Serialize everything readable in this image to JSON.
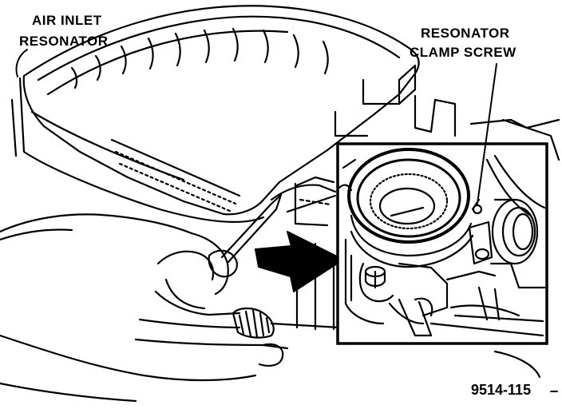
{
  "labels": {
    "air_inlet_line1": "AIR INLET",
    "air_inlet_line2": "RESONATOR",
    "clamp_line1": "RESONATOR",
    "clamp_line2": "CLAMP SCREW",
    "figure_number": "9514-115"
  },
  "colors": {
    "ink": "#000000",
    "paper": "#ffffff"
  }
}
